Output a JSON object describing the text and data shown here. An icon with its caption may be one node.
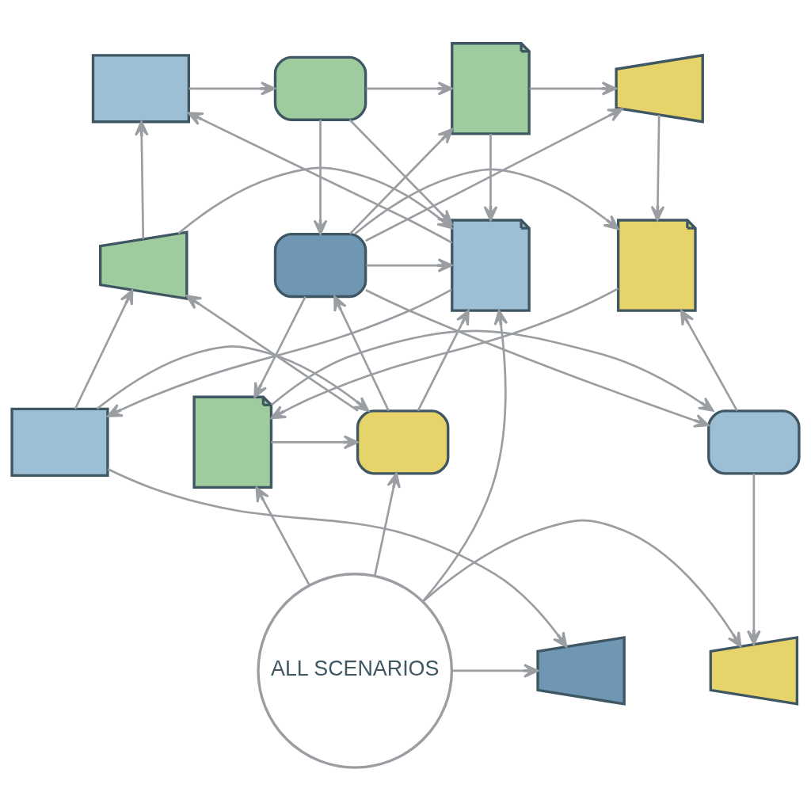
{
  "diagram": {
    "nodes": [
      {
        "text": [],
        "shape": "envelope"
      },
      {
        "text": [],
        "shape": "bubble"
      },
      {
        "text": [],
        "shape": "scroll"
      },
      {
        "text": [],
        "shape": "megaphone"
      },
      {
        "text": [],
        "shape": "megaphone"
      },
      {
        "text": [],
        "shape": "scroll"
      },
      {
        "text": [],
        "shape": "bubble"
      },
      {
        "text": [],
        "shape": "scroll"
      },
      {
        "text": [],
        "shape": "envelope"
      },
      {
        "text": [],
        "shape": "bubble"
      },
      {
        "text": [],
        "shape": "scroll"
      },
      {
        "text": [],
        "shape": "bubble"
      },
      {
        "text": [],
        "shape": "megaphone"
      },
      {
        "text": [
          "ALL SCENARIOS"
        ]
      },
      {
        "text": [],
        "shape": "megaphone"
      }
    ],
    "edges": [
      {
        "from": 0,
        "to": 1,
        "arrow": "to"
      },
      {
        "from": 1,
        "to": 2,
        "arrow": "to"
      },
      {
        "from": 2,
        "to": 3,
        "arrow": "to"
      },
      {
        "from": 4,
        "to": 0,
        "arrow": "to"
      },
      {
        "from": 5,
        "to": 0,
        "arrow": "to"
      },
      {
        "from": 1,
        "to": 5,
        "arrow": "to"
      },
      {
        "from": 1,
        "to": 6,
        "arrow": "to"
      },
      {
        "from": 2,
        "to": 5,
        "arrow": "to"
      },
      {
        "from": 6,
        "to": 2,
        "arrow": "to"
      },
      {
        "from": 6,
        "to": 3,
        "arrow": "to"
      },
      {
        "from": 3,
        "to": 7,
        "arrow": "to"
      },
      {
        "from": 4,
        "to": 5,
        "arrow": "to"
      },
      {
        "from": 6,
        "to": 5,
        "arrow": "to"
      },
      {
        "from": 13,
        "to": 5,
        "arrow": "to"
      },
      {
        "from": 6,
        "to": 7,
        "arrow": "to"
      },
      {
        "from": 8,
        "to": 4,
        "arrow": "to"
      },
      {
        "from": 9,
        "to": 4,
        "arrow": "to"
      },
      {
        "from": 5,
        "to": 8,
        "arrow": "to"
      },
      {
        "from": 9,
        "to": 5,
        "arrow": "to"
      },
      {
        "from": 9,
        "to": 6,
        "arrow": "to"
      },
      {
        "from": 6,
        "to": 10,
        "arrow": "to"
      },
      {
        "from": 6,
        "to": 11,
        "arrow": "to"
      },
      {
        "from": 7,
        "to": 10,
        "arrow": "to"
      },
      {
        "from": 11,
        "to": 7,
        "arrow": "to"
      },
      {
        "from": 8,
        "to": 9,
        "arrow": "to"
      },
      {
        "from": 10,
        "to": 9,
        "arrow": "to"
      },
      {
        "from": 10,
        "to": 11,
        "arrow": "to"
      },
      {
        "from": 8,
        "to": 12,
        "arrow": "to"
      },
      {
        "from": 11,
        "to": 14,
        "arrow": "to"
      },
      {
        "from": 13,
        "to": 9,
        "arrow": "to"
      },
      {
        "from": 13,
        "to": 10,
        "arrow": "to"
      },
      {
        "from": 13,
        "to": 12,
        "arrow": "to"
      },
      {
        "from": 13,
        "to": 14,
        "arrow": "to"
      }
    ]
  }
}
